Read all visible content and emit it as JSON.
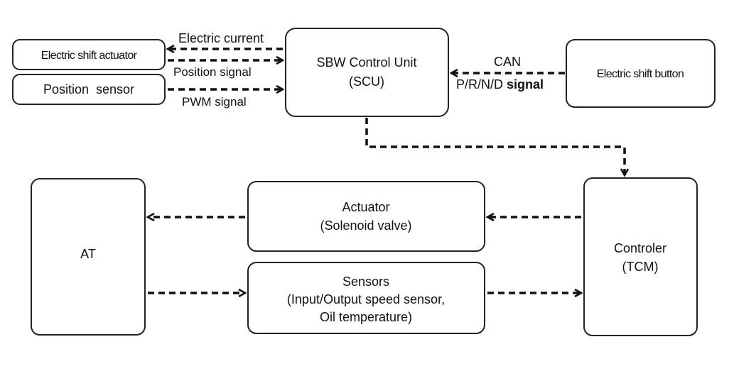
{
  "nodes": {
    "electric_shift_actuator": "Electric shift actuator",
    "position_sensor": "Position  sensor",
    "scu_line1": "SBW Control Unit",
    "scu_line2": "(SCU)",
    "electric_shift_button": "Electric shift button",
    "actuator_line1": "Actuator",
    "actuator_line2": "(Solenoid valve)",
    "sensors_line1": "Sensors",
    "sensors_line2": "(Input/Output speed sensor,",
    "sensors_line3": "Oil temperature)",
    "at": "AT",
    "controller_line1": "Controler",
    "controller_line2": "(TCM)"
  },
  "edges": {
    "electric_current": "Electric current",
    "position_signal": "Position signal",
    "pwm_signal": "PWM signal",
    "can": "CAN",
    "prnd_prefix": "P/R/N/D ",
    "prnd_bold": "signal"
  },
  "colors": {
    "stroke": "#222222",
    "text": "#111111",
    "background": "#ffffff"
  }
}
